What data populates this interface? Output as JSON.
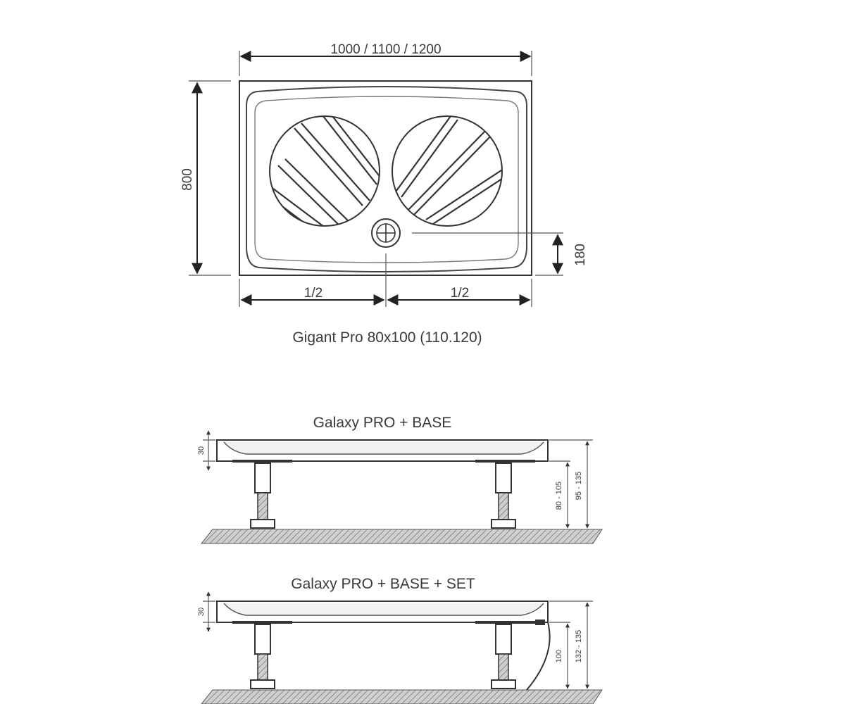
{
  "top_view": {
    "width_label": "1000 / 1100 / 1200",
    "height_label": "800",
    "drain_offset_label": "180",
    "half_left_label": "1/2",
    "half_right_label": "1/2",
    "caption": "Gigant Pro 80x100 (110.120)"
  },
  "side_view_base": {
    "caption": "Galaxy PRO + BASE",
    "rim_label": "30",
    "leg_range_label": "80 - 105",
    "total_range_label": "95 - 135"
  },
  "side_view_set": {
    "caption": "Galaxy PRO + BASE + SET",
    "rim_label": "30",
    "leg_label": "100",
    "total_range_label": "132 - 135"
  }
}
